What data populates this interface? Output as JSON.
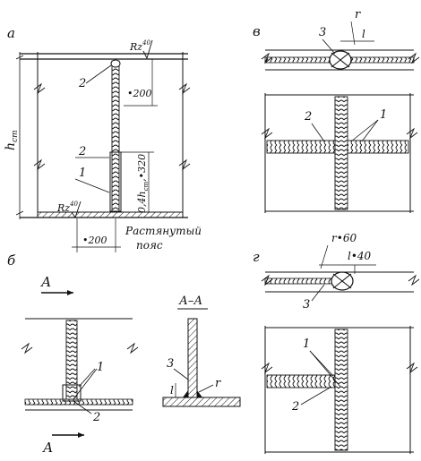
{
  "panels": {
    "a": {
      "letter": "а",
      "height_label": "h",
      "height_subscript": "ст",
      "roughness_top": "Rz",
      "roughness_top_value": "40",
      "roughness_bottom": "Rz",
      "roughness_bottom_value": "40",
      "callout_upper": "2",
      "callout_middle": "2",
      "callout_lower": "1",
      "dim_upper": "•200",
      "dim_vertical": "0,4h",
      "dim_vertical_sub": "ст",
      "dim_vertical_tail": ",•320",
      "dim_bottom": "•200",
      "flange_caption_line1": "Растянутый",
      "flange_caption_line2": "пояс"
    },
    "b": {
      "letter": "б",
      "section_arrow_top": "А",
      "section_arrow_bottom": "А",
      "callout_1": "1",
      "callout_2": "2",
      "section_title": "А–А",
      "section_callout_3": "3",
      "section_r": "r",
      "section_l": "l"
    },
    "v": {
      "letter": "в",
      "callout_3": "3",
      "dim_r": "r",
      "dim_l": "l",
      "callout_2": "2",
      "callout_1": "1"
    },
    "g": {
      "letter": "г",
      "dim_r": "r•60",
      "dim_l": "l•40",
      "callout_3": "3",
      "callout_1": "1",
      "callout_2": "2"
    }
  }
}
